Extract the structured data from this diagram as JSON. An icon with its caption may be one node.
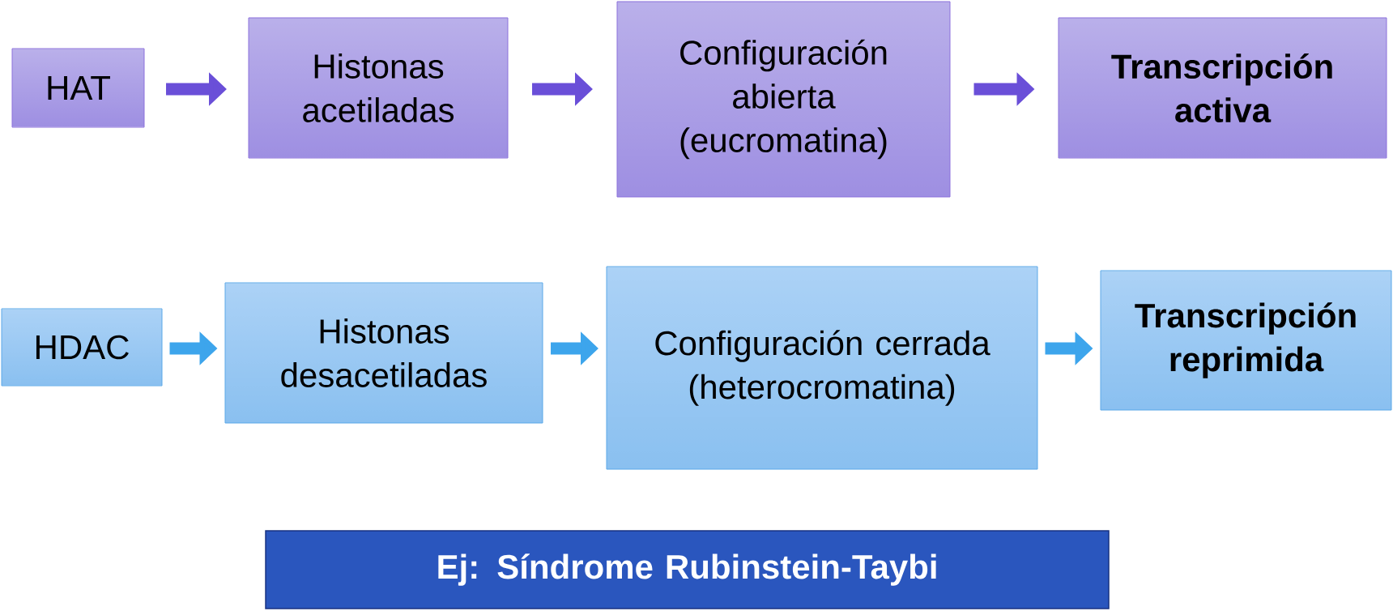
{
  "diagram": {
    "nodes": [
      {
        "text": [
          "HAT"
        ]
      },
      {
        "text": [
          "Histonas acetiladas"
        ]
      },
      {
        "text": [
          "Configuración abierta (eucromatina)"
        ]
      },
      {
        "text": [
          "Transcripción activa"
        ]
      },
      {
        "text": [
          "HDAC"
        ]
      },
      {
        "text": [
          "Histonas desacetiladas"
        ]
      },
      {
        "text": [
          "Configuración cerrada (heterocromatina)"
        ]
      },
      {
        "text": [
          "Transcripción reprimida"
        ]
      },
      {
        "text": [
          "Ej: Síndrome Rubinstein-Taybi"
        ]
      }
    ],
    "edges": [
      {
        "from": 0,
        "to": 1,
        "arrow": "to"
      },
      {
        "from": 1,
        "to": 2,
        "arrow": "to"
      },
      {
        "from": 2,
        "to": 3,
        "arrow": "to"
      },
      {
        "from": 4,
        "to": 5,
        "arrow": "to",
        "color": "#3da5ec"
      },
      {
        "from": 5,
        "to": 6,
        "arrow": "to",
        "color": "#3da5ec"
      },
      {
        "from": 6,
        "to": 7,
        "arrow": "to",
        "color": "#3da5ec"
      }
    ]
  }
}
